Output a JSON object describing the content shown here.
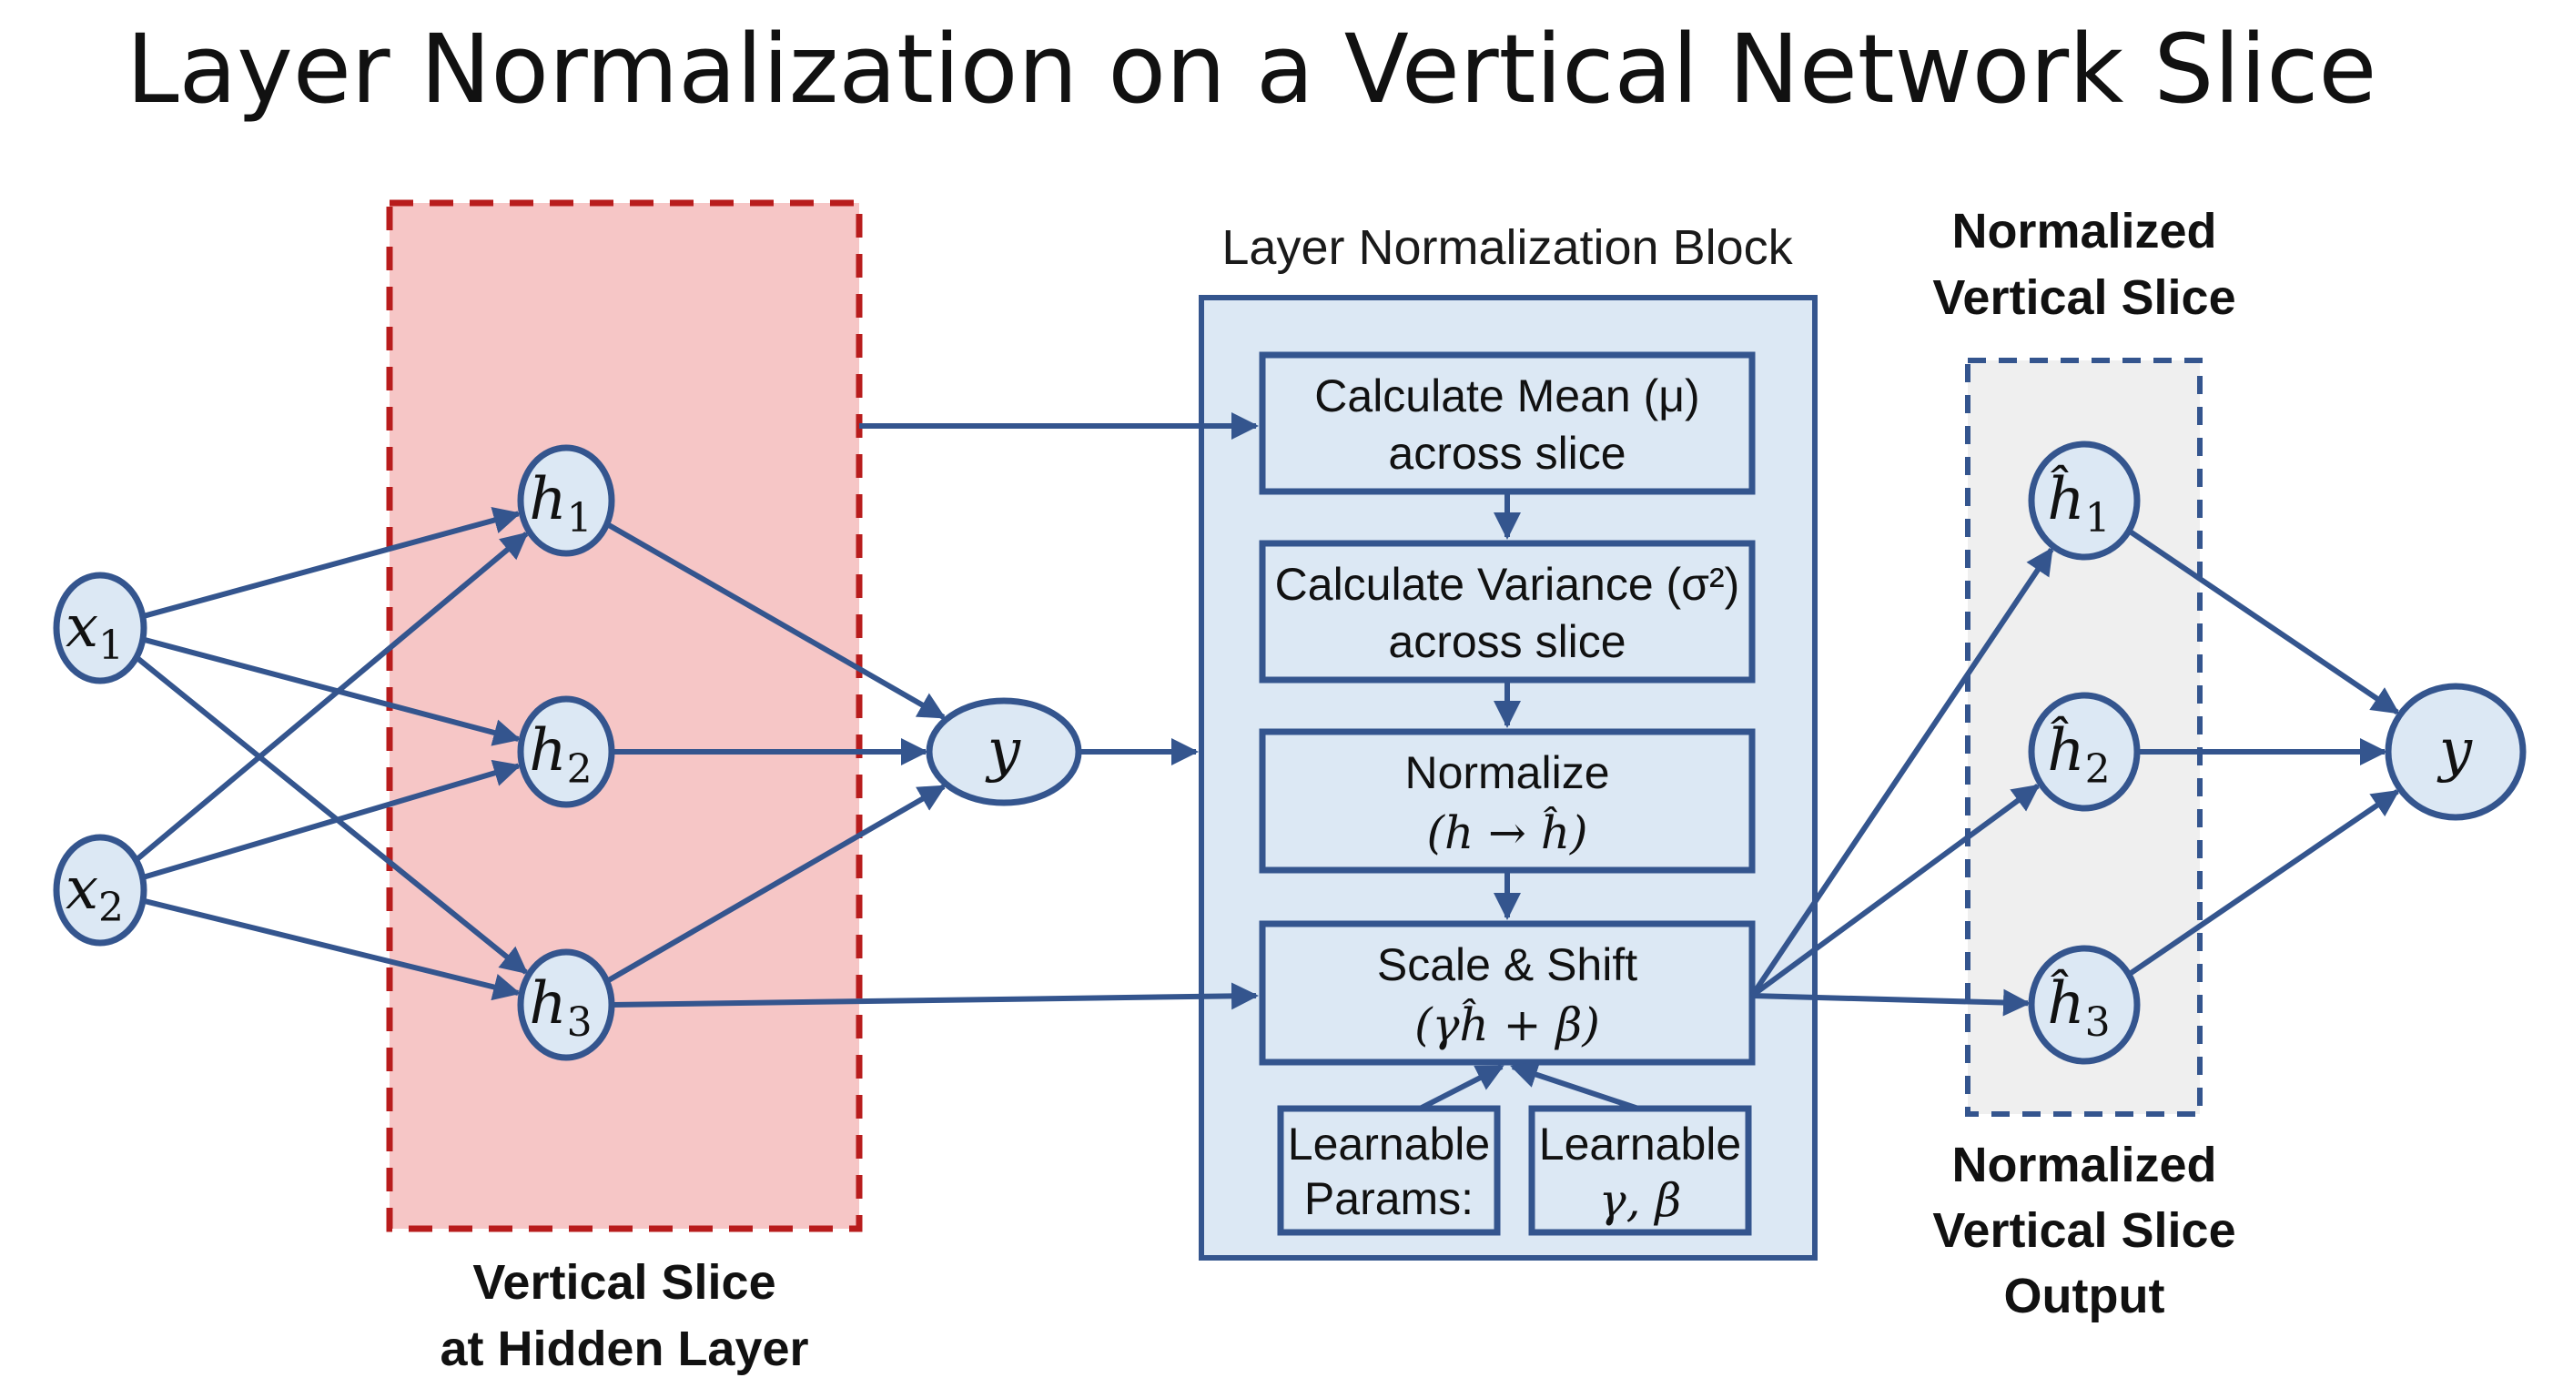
{
  "title": "Layer Normalization on a Vertical Network Slice",
  "colors": {
    "node_fill": "#dce8f4",
    "node_stroke": "#34558e",
    "edge": "#34558e",
    "slice_fill": "#f6c6c6",
    "slice_stroke": "#b81c1c",
    "block_fill": "#dce8f4",
    "block_stroke": "#34558e",
    "norm_slice_fill": "#efefef",
    "norm_slice_stroke": "#34558e"
  },
  "input_nodes": [
    {
      "label": "x",
      "sub": "1"
    },
    {
      "label": "x",
      "sub": "2"
    }
  ],
  "hidden_nodes": [
    {
      "label": "h",
      "sub": "1"
    },
    {
      "label": "h",
      "sub": "2"
    },
    {
      "label": "h",
      "sub": "3"
    }
  ],
  "output_node_left": {
    "label": "y"
  },
  "slice_caption": [
    "Vertical Slice",
    "at Hidden Layer"
  ],
  "block": {
    "title": "Layer Normalization Block",
    "steps": [
      {
        "line1": "Calculate Mean (μ)",
        "line2": "across slice"
      },
      {
        "line1": "Calculate Variance (σ²)",
        "line2": "across slice"
      },
      {
        "line1": "Normalize",
        "line2": "(h → ĥ)"
      },
      {
        "line1": "Scale & Shift",
        "line2": "(γĥ + β)"
      }
    ],
    "params": [
      {
        "line1": "Learnable",
        "line2": "Params:"
      },
      {
        "line1": "Learnable",
        "line2": "γ, β"
      }
    ]
  },
  "normalized_header": [
    "Normalized",
    "Vertical Slice"
  ],
  "normalized_nodes": [
    {
      "label": "ĥ",
      "sub": "1"
    },
    {
      "label": "ĥ",
      "sub": "2"
    },
    {
      "label": "ĥ",
      "sub": "3"
    }
  ],
  "output_node_right": {
    "label": "y"
  },
  "normalized_caption": [
    "Normalized",
    "Vertical Slice",
    "Output"
  ]
}
